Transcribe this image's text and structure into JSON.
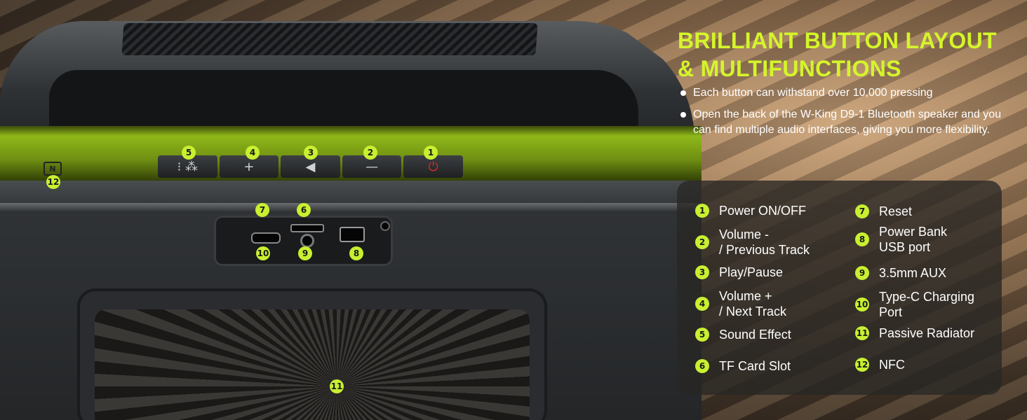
{
  "headline": {
    "line1": "BRILLIANT BUTTON LAYOUT",
    "line2": "& MULTIFUNCTIONS"
  },
  "bullets": [
    "Each button can withstand over 10,000 pressing",
    "Open the back of the W-King D9-1 Bluetooth speaker and you can find multiple audio interfaces, giving you more flexibility."
  ],
  "legend": [
    {
      "num": "1",
      "label": "Power ON/OFF"
    },
    {
      "num": "2",
      "label": "Volume -\n/ Previous Track"
    },
    {
      "num": "3",
      "label": "Play/Pause"
    },
    {
      "num": "4",
      "label": "Volume +\n/ Next Track"
    },
    {
      "num": "5",
      "label": "Sound Effect"
    },
    {
      "num": "6",
      "label": "TF Card Slot"
    },
    {
      "num": "7",
      "label": "Reset"
    },
    {
      "num": "8",
      "label": "Power Bank\nUSB port"
    },
    {
      "num": "9",
      "label": "3.5mm AUX"
    },
    {
      "num": "10",
      "label": "Type-C Charging\nPort"
    },
    {
      "num": "11",
      "label": "Passive Radiator"
    },
    {
      "num": "12",
      "label": "NFC"
    }
  ],
  "markers": {
    "m1": "1",
    "m2": "2",
    "m3": "3",
    "m4": "4",
    "m5": "5",
    "m6": "6",
    "m7": "7",
    "m8": "8",
    "m9": "9",
    "m10": "10",
    "m11": "11",
    "m12": "12"
  },
  "buttons": {
    "sound_effect": "⁝ ⁂",
    "volume_up": "+",
    "play_pause": "◀",
    "volume_down": "—",
    "power": "⏻"
  },
  "nfc_tag": "N",
  "colors": {
    "accent": "#d4f52a",
    "marker": "#c8f031",
    "speaker_green": "#8fb81a",
    "power_red": "#d92a2a"
  }
}
